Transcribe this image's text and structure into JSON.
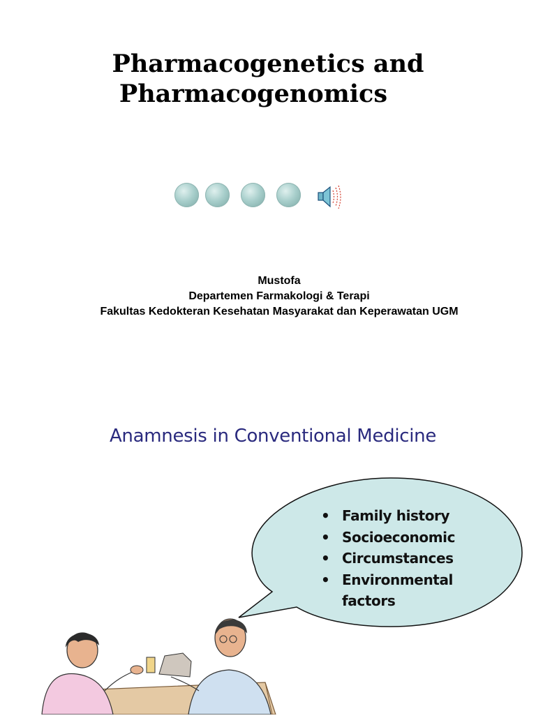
{
  "title": {
    "line1": "Pharmacogenetics and",
    "line2": "Pharmacogenomics"
  },
  "nav_dots": {
    "count": 4,
    "color": "#a9cfcc"
  },
  "speaker": {
    "icon": "speaker-icon"
  },
  "author": {
    "name": "Mustofa",
    "department": "Departemen Farmakologi & Terapi",
    "faculty": "Fakultas Kedokteran Kesehatan Masyarakat dan Keperawatan UGM"
  },
  "section": {
    "heading": "Anamnesis in Conventional Medicine",
    "heading_color": "#2a2a7e",
    "bubble_color": "#cde8e8",
    "bullet": "•",
    "bullets": [
      "Family history",
      "Socioeconomic",
      "Circumstances",
      "Environmental"
    ],
    "bullet_continuation": "factors"
  }
}
